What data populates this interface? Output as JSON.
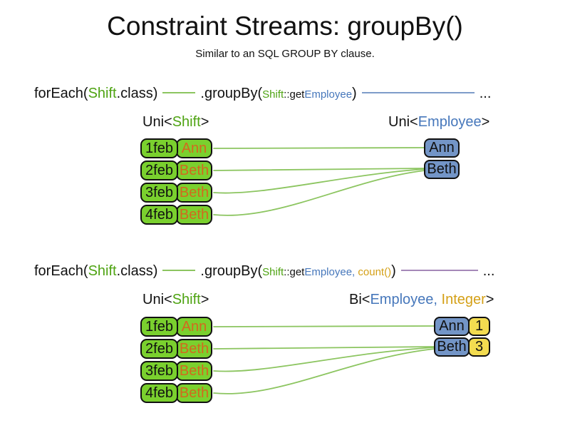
{
  "title": "Constraint Streams: groupBy()",
  "subtitle": "Similar to an SQL GROUP BY clause.",
  "colors": {
    "shift_green": "#4EA312",
    "employee_blue": "#4677BB",
    "integer_gold": "#D4A017",
    "name_orange": "#D2691E",
    "box_green": "#7AD02E",
    "box_blue": "#7395C7",
    "box_yellow": "#F3DC50",
    "line_green": "#8CC560",
    "line_blue": "#7E9CC9",
    "line_purple": "#A588B8"
  },
  "code_lines": [
    {
      "foreach": "forEach(",
      "shift": "Shift",
      "class_close": ".class)",
      "groupby": ".groupBy(",
      "arg_shift": "Shift",
      "arg_getter": "::get",
      "arg_employee": "Employee",
      "close": ")",
      "ellipsis": "..."
    },
    {
      "foreach": "forEach(",
      "shift": "Shift",
      "class_close": ".class)",
      "groupby": ".groupBy(",
      "arg_shift": "Shift",
      "arg_getter": "::get",
      "arg_employee": "Employee",
      "arg_comma": ", ",
      "arg_count": "count()",
      "close": ")",
      "ellipsis": "..."
    }
  ],
  "sections": [
    {
      "left_label": {
        "prefix": "Uni<",
        "type": "Shift",
        "suffix": ">"
      },
      "right_label": {
        "prefix": "Uni<",
        "type": "Employee",
        "suffix": ">"
      },
      "rows": [
        {
          "date": "1feb",
          "name": "Ann"
        },
        {
          "date": "2feb",
          "name": "Beth"
        },
        {
          "date": "3feb",
          "name": "Beth"
        },
        {
          "date": "4feb",
          "name": "Beth"
        }
      ],
      "groups": [
        {
          "label": "Ann"
        },
        {
          "label": "Beth"
        }
      ]
    },
    {
      "left_label": {
        "prefix": "Uni<",
        "type": "Shift",
        "suffix": ">"
      },
      "right_label": {
        "prefix": "Bi<",
        "type": "Employee",
        "comma": ", ",
        "type2": "Integer",
        "suffix": ">"
      },
      "rows": [
        {
          "date": "1feb",
          "name": "Ann"
        },
        {
          "date": "2feb",
          "name": "Beth"
        },
        {
          "date": "3feb",
          "name": "Beth"
        },
        {
          "date": "4feb",
          "name": "Beth"
        }
      ],
      "groups": [
        {
          "label": "Ann",
          "count": "1"
        },
        {
          "label": "Beth",
          "count": "3"
        }
      ]
    }
  ]
}
